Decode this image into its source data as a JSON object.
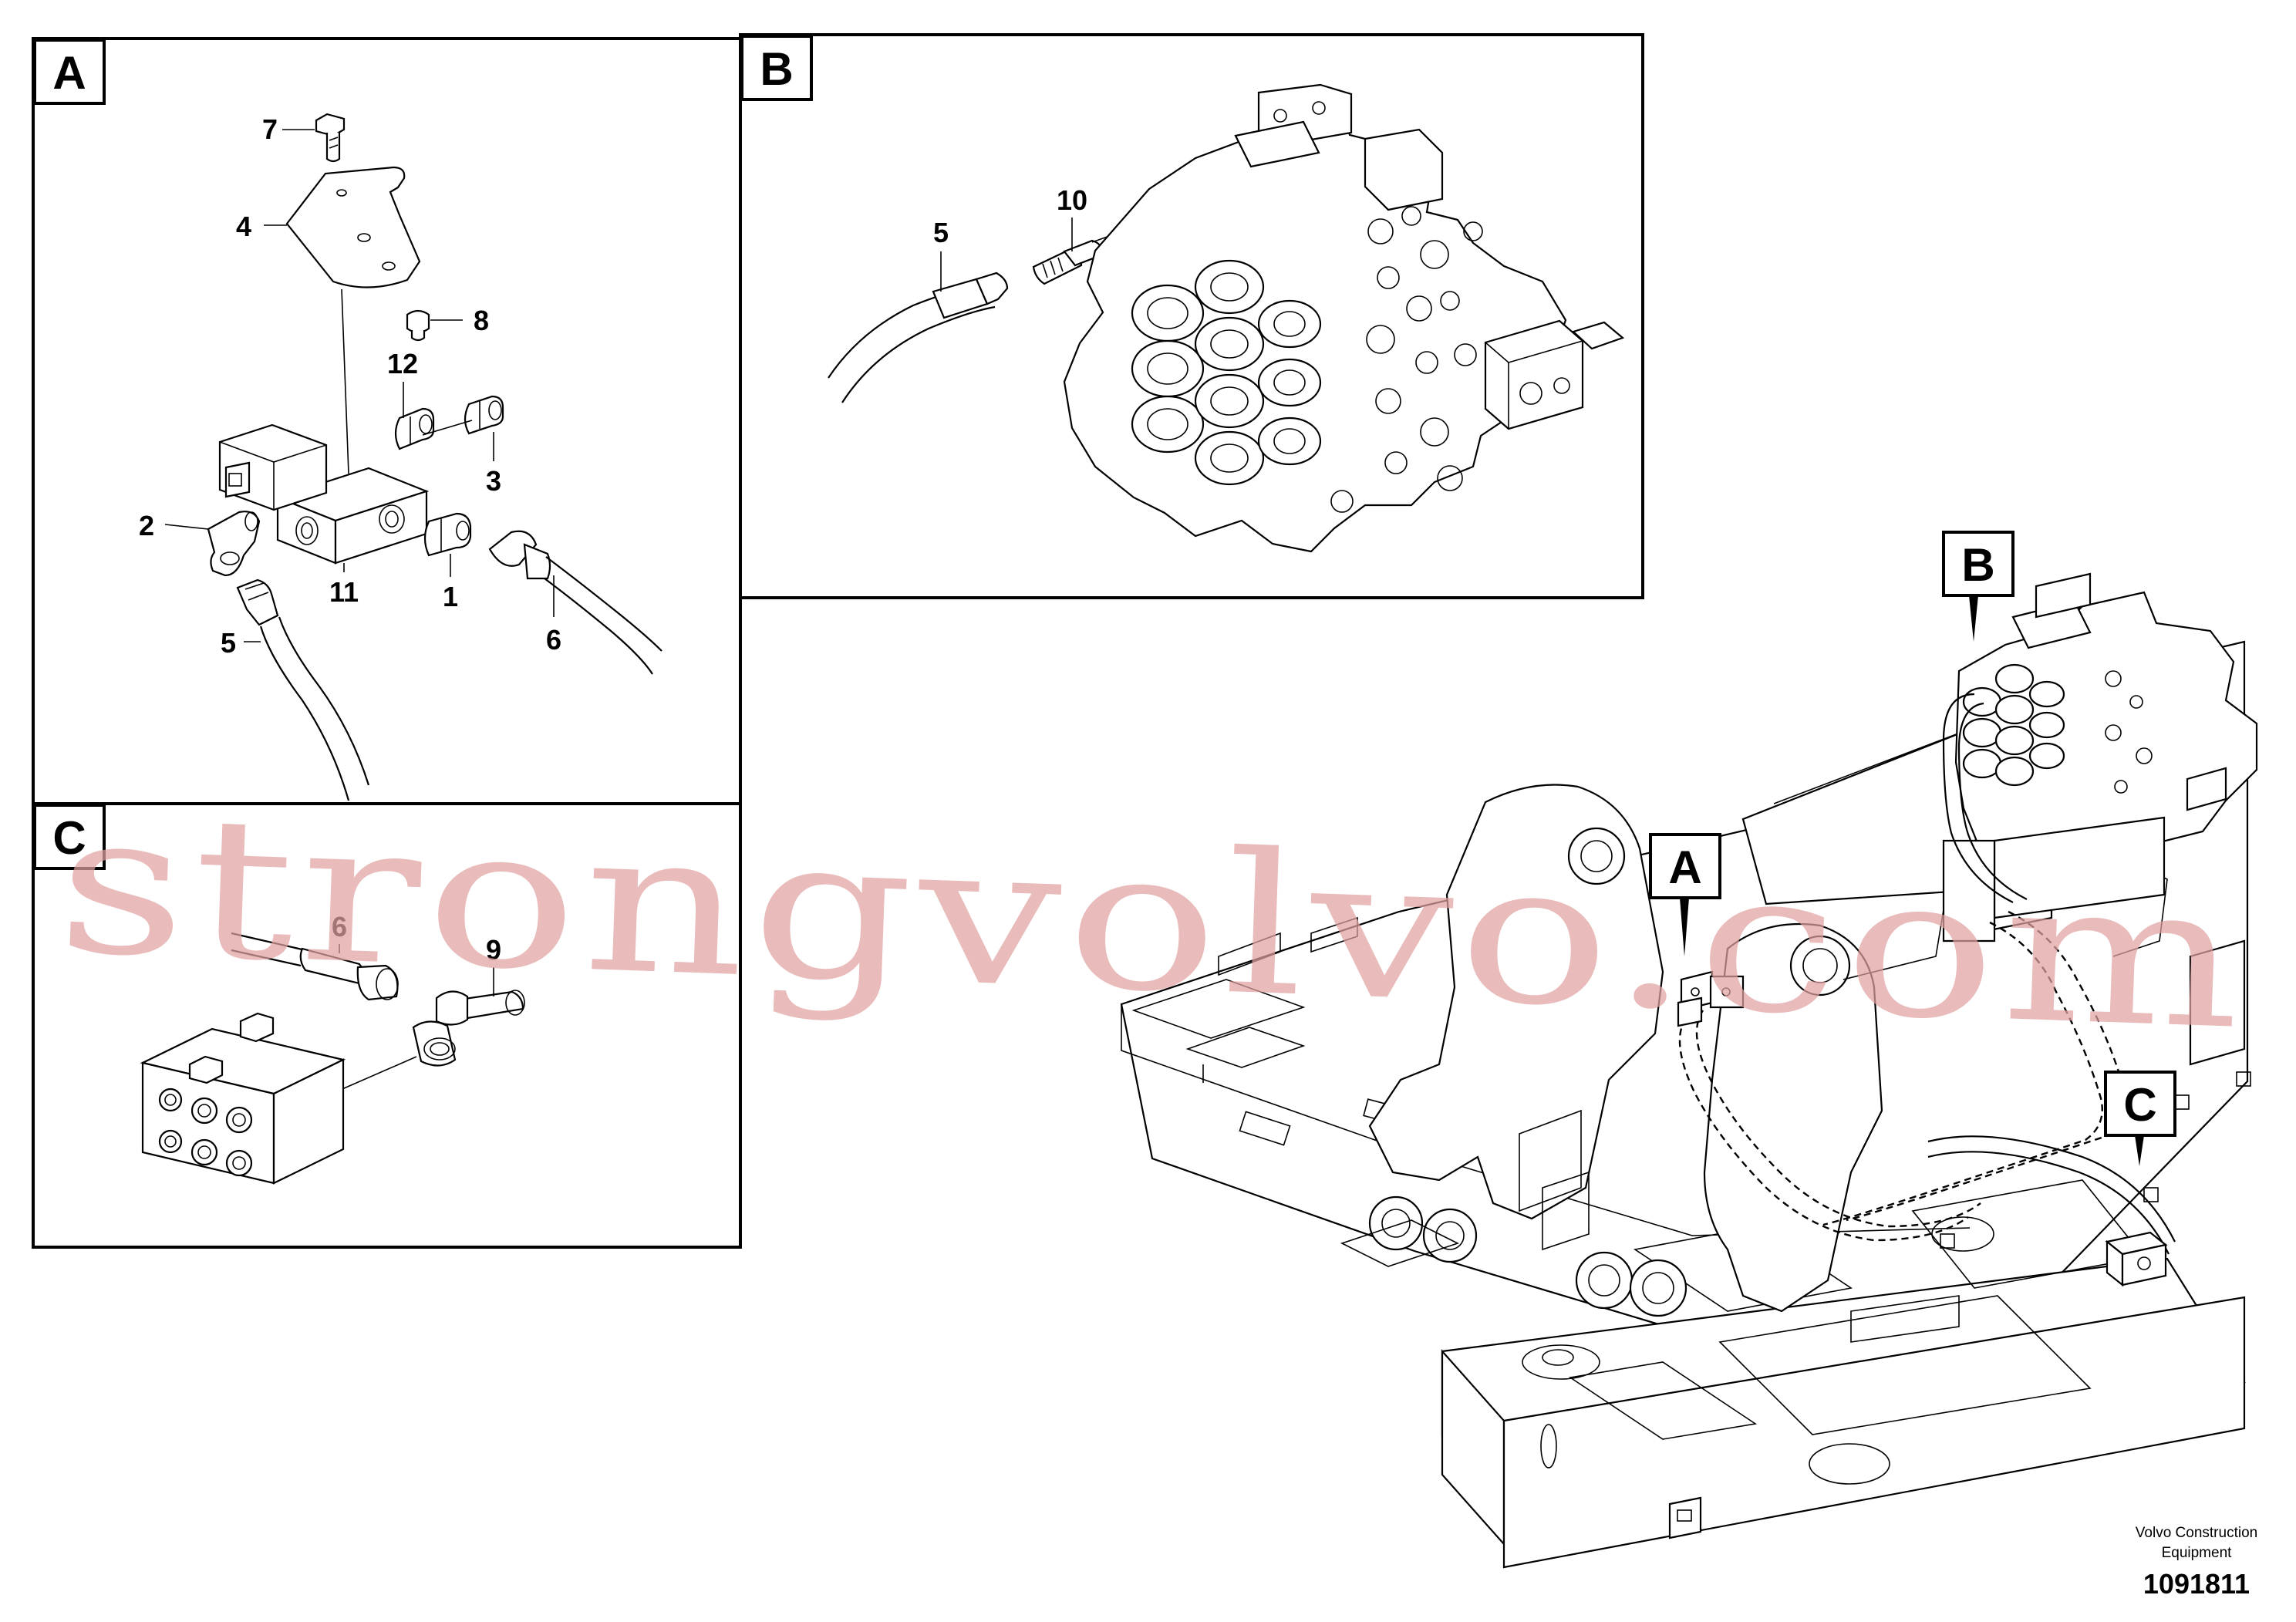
{
  "views": {
    "a": {
      "letter": "A"
    },
    "b": {
      "letter": "B"
    },
    "c": {
      "letter": "C"
    }
  },
  "callouts": {
    "a": {
      "letter": "A"
    },
    "b": {
      "letter": "B"
    },
    "c": {
      "letter": "C"
    }
  },
  "labels_a": {
    "p7": "7",
    "p4": "4",
    "p8": "8",
    "p12": "12",
    "p3": "3",
    "p2": "2",
    "p11": "11",
    "p1": "1",
    "p5": "5",
    "p6": "6"
  },
  "labels_b": {
    "p10": "10",
    "p5": "5"
  },
  "labels_c": {
    "p6": "6",
    "p9": "9"
  },
  "watermark": "strongvolvo.com",
  "footer": {
    "line1": "Volvo Construction",
    "line2": "Equipment",
    "drawing_number": "1091811"
  }
}
